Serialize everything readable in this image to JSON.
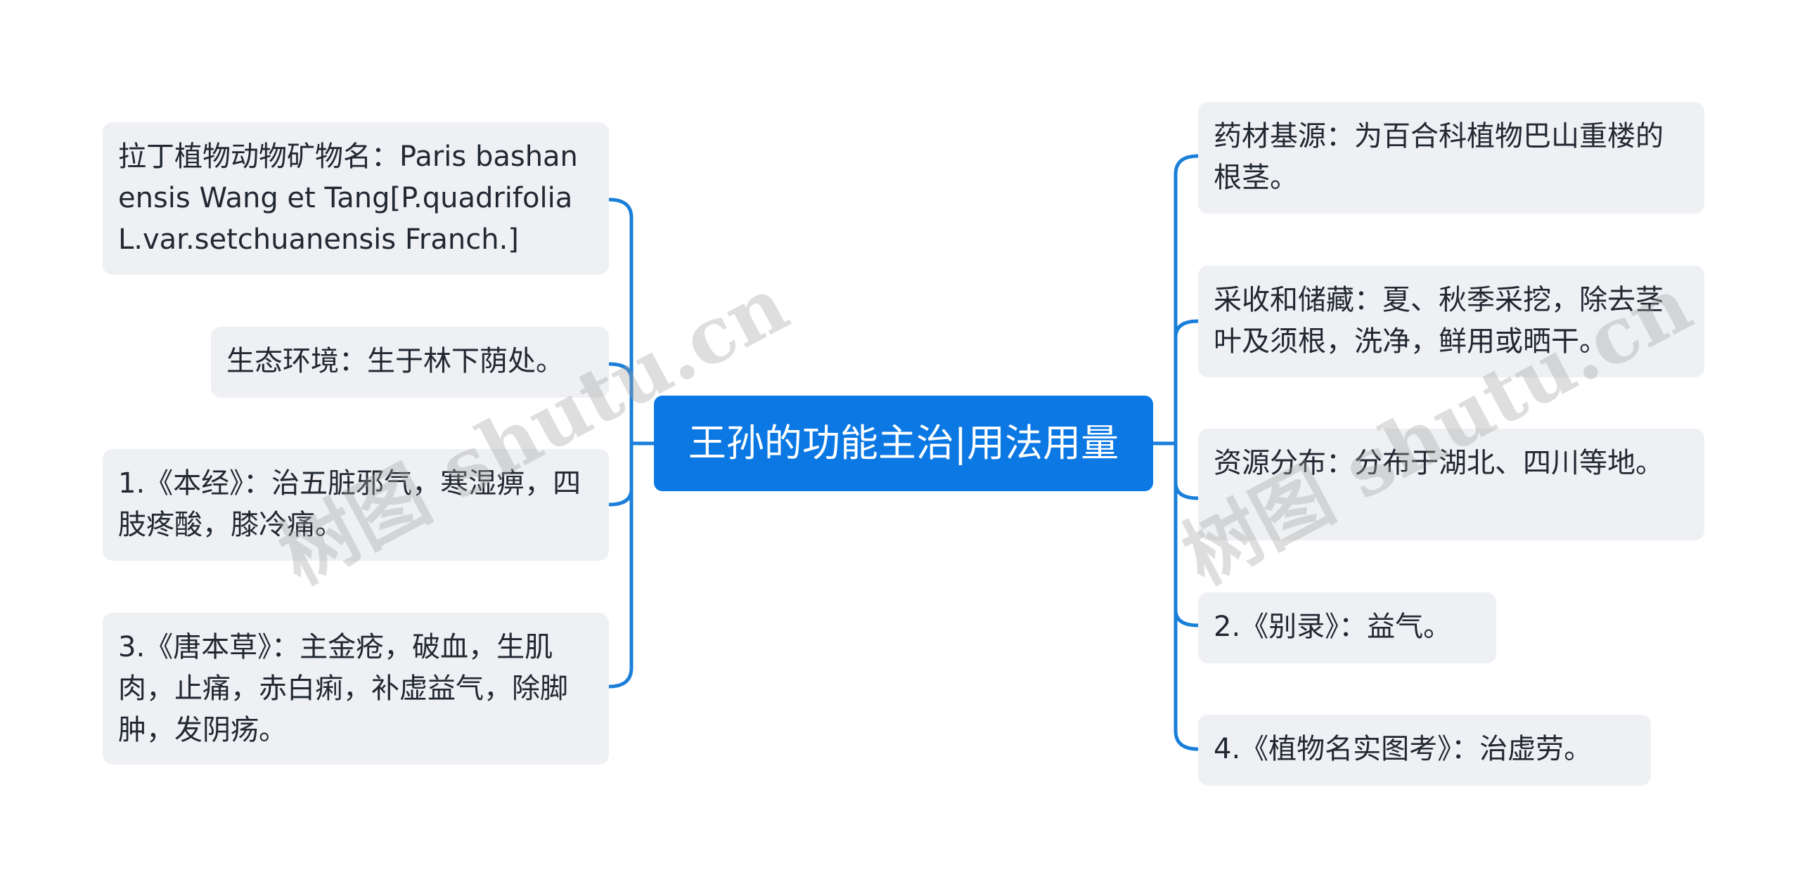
{
  "center": {
    "label": "王孙的功能主治|用法用量"
  },
  "left_nodes": [
    {
      "text": "拉丁植物动物矿物名：Paris bashanensis Wang et Tang[P.quadrifolia L.var.setchuanensis Franch.]"
    },
    {
      "text": "生态环境：生于林下荫处。"
    },
    {
      "text": "1.《本经》：治五脏邪气，寒湿痹，四肢疼酸，膝冷痛。"
    },
    {
      "text": "3.《唐本草》：主金疮，破血，生肌肉，止痛，赤白痢，补虚益气，除脚肿，发阴疡。"
    }
  ],
  "right_nodes": [
    {
      "text": "药材基源：为百合科植物巴山重楼的根茎。"
    },
    {
      "text": "采收和储藏：夏、秋季采挖，除去茎叶及须根，洗净，鲜用或晒干。"
    },
    {
      "text": "资源分布：分布于湖北、四川等地。"
    },
    {
      "text": "2.《别录》：益气。"
    },
    {
      "text": "4.《植物名实图考》：治虚劳。"
    }
  ],
  "watermarks": [
    {
      "text": "树图 shutu.cn"
    },
    {
      "text": "树图 shutu.cn"
    }
  ],
  "colors": {
    "center_bg": "#0b78e3",
    "connector": "#1a7fd9",
    "node_bg": "#eef0f3",
    "node_text": "#222831"
  }
}
